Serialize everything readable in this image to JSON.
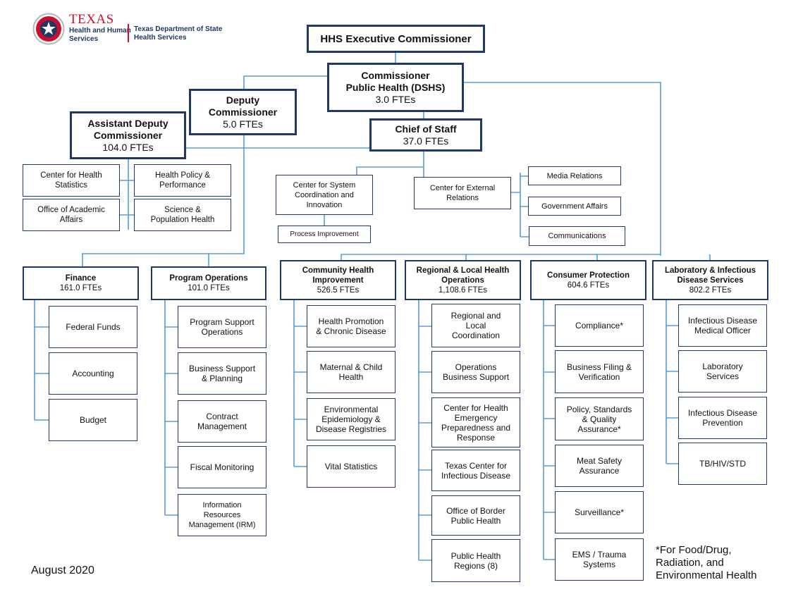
{
  "header": {
    "logo_texas": "TEXAS",
    "logo_hhs_line1": "Health and Human",
    "logo_hhs_line2": "Services",
    "dshs_line1": "Texas Department of State",
    "dshs_line2": "Health Services"
  },
  "colors": {
    "box_border": "#1f3864",
    "connector": "#5b9bd5",
    "logo_red": "#c8102e",
    "logo_navy": "#1f3864"
  },
  "top": {
    "executive": "HHS Executive Commissioner",
    "commissioner": {
      "line1": "Commissioner",
      "line2": "Public Health (DSHS)",
      "ftes": "3.0 FTEs"
    },
    "deputy": {
      "line1": "Deputy",
      "line2": "Commissioner",
      "ftes": "5.0 FTEs"
    },
    "assistant_deputy": {
      "line1": "Assistant Deputy",
      "line2": "Commissioner",
      "ftes": "104.0 FTEs"
    },
    "chief_of_staff": {
      "line1": "Chief of Staff",
      "ftes": "37.0 FTEs"
    }
  },
  "assistant_deputy_units": [
    [
      "Center for Health",
      "Statistics"
    ],
    [
      "Health Policy &",
      "Performance"
    ],
    [
      "Office of Academic",
      "Affairs"
    ],
    [
      "Science &",
      "Population Health"
    ]
  ],
  "chief_of_staff_units": {
    "system_coordination": [
      "Center for System",
      "Coordination and",
      "Innovation"
    ],
    "process_improvement": "Process Improvement",
    "external_relations": [
      "Center for External",
      "Relations"
    ],
    "media_relations": "Media Relations",
    "government_affairs": "Government Affairs",
    "communications": "Communications"
  },
  "divisions": [
    {
      "title": [
        "Finance"
      ],
      "ftes": "161.0 FTEs",
      "units": [
        [
          "Federal Funds"
        ],
        [
          "Accounting"
        ],
        [
          "Budget"
        ]
      ]
    },
    {
      "title": [
        "Program Operations"
      ],
      "ftes": "101.0 FTEs",
      "units": [
        [
          "Program Support",
          "Operations"
        ],
        [
          "Business Support",
          "& Planning"
        ],
        [
          "Contract",
          "Management"
        ],
        [
          "Fiscal Monitoring"
        ],
        [
          "Information",
          "Resources",
          "Management (IRM)"
        ]
      ]
    },
    {
      "title": [
        "Community Health",
        "Improvement"
      ],
      "ftes": "526.5 FTEs",
      "units": [
        [
          "Health Promotion",
          "& Chronic Disease"
        ],
        [
          "Maternal & Child",
          "Health"
        ],
        [
          "Environmental",
          "Epidemiology &",
          "Disease Registries"
        ],
        [
          "Vital Statistics"
        ]
      ]
    },
    {
      "title": [
        "Regional & Local Health",
        "Operations"
      ],
      "ftes": "1,108.6 FTEs",
      "units": [
        [
          "Regional and",
          "Local",
          "Coordination"
        ],
        [
          "Operations",
          "Business Support"
        ],
        [
          "Center for Health",
          "Emergency",
          "Preparedness and",
          "Response"
        ],
        [
          "Texas Center for",
          "Infectious Disease"
        ],
        [
          "Office of Border",
          "Public Health"
        ],
        [
          "Public Health",
          "Regions (8)"
        ]
      ]
    },
    {
      "title": [
        "Consumer Protection"
      ],
      "ftes": "604.6 FTEs",
      "units": [
        [
          "Compliance*"
        ],
        [
          "Business Filing &",
          "Verification"
        ],
        [
          "Policy, Standards",
          "& Quality",
          "Assurance*"
        ],
        [
          "Meat Safety",
          "Assurance"
        ],
        [
          "Surveillance*"
        ],
        [
          "EMS / Trauma",
          "Systems"
        ]
      ]
    },
    {
      "title": [
        "Laboratory & Infectious",
        "Disease Services"
      ],
      "ftes": "802.2 FTEs",
      "units": [
        [
          "Infectious Disease",
          "Medical Officer"
        ],
        [
          "Laboratory",
          "Services"
        ],
        [
          "Infectious Disease",
          "Prevention"
        ],
        [
          "TB/HIV/STD"
        ]
      ]
    }
  ],
  "footnote": [
    "*For Food/Drug,",
    "Radiation, and",
    "Environmental Health"
  ],
  "date": "August 2020"
}
